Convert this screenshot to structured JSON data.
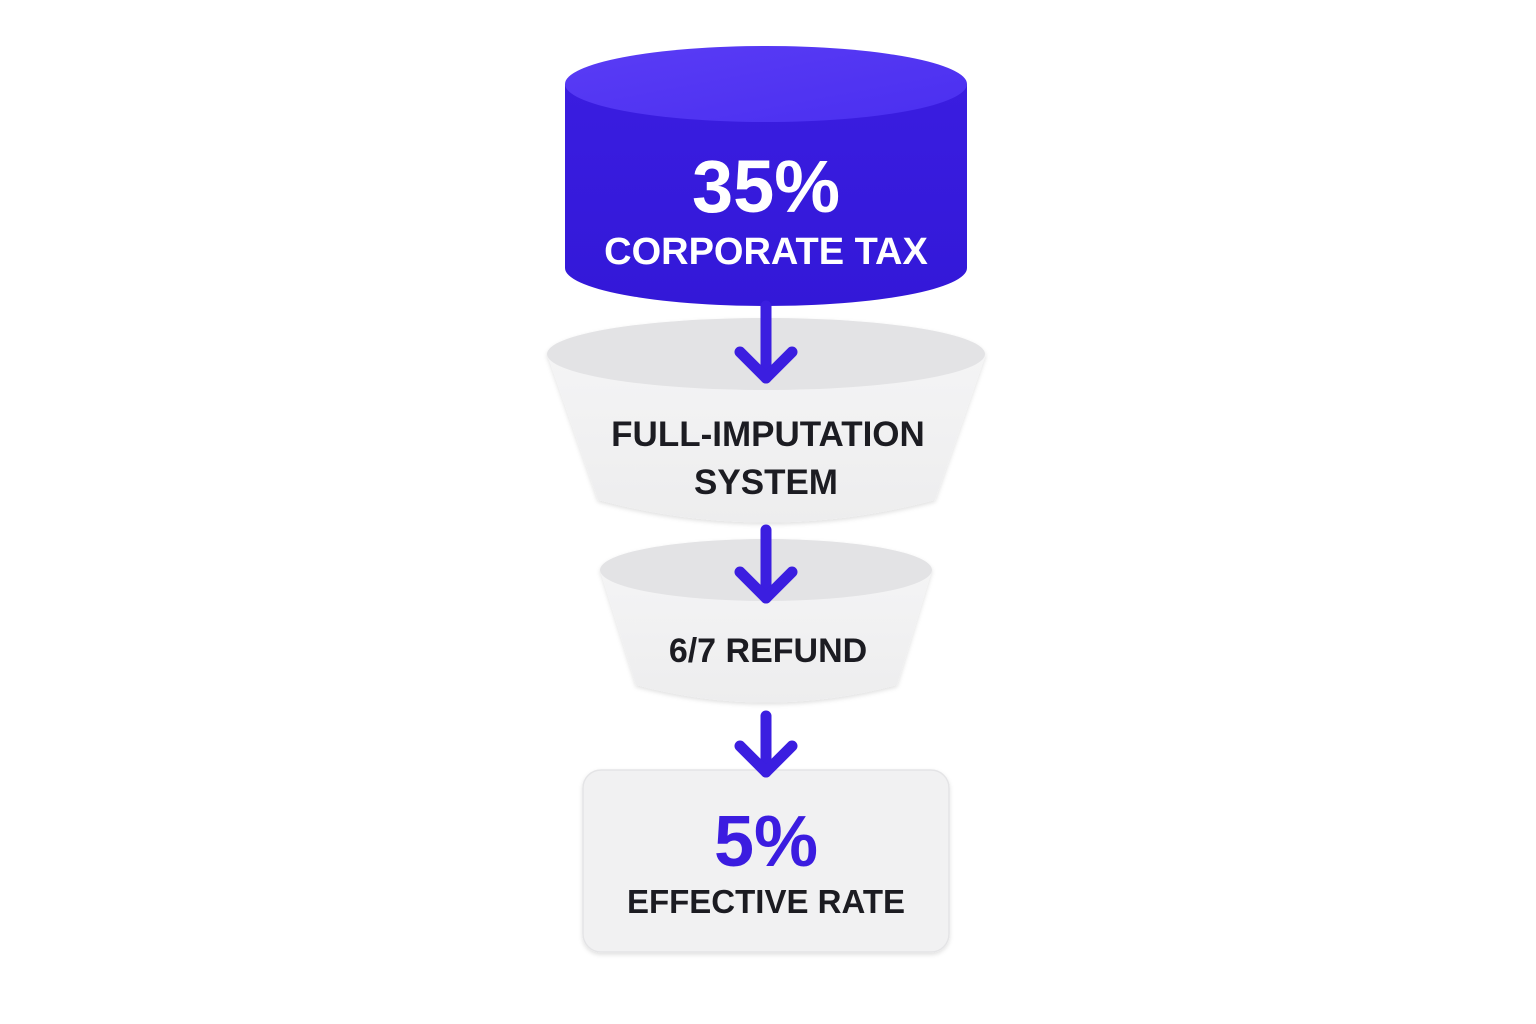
{
  "colors": {
    "accent": "#3b1ee0",
    "accent_light": "#5a3cf5",
    "accent_dark": "#2f14cc",
    "stage_fill": "#f2f2f3",
    "stage_top": "#e4e4e6",
    "text_dark": "#1f1f23",
    "text_light": "#ffffff"
  },
  "top_stage": {
    "value": "35%",
    "label": "CORPORATE TAX"
  },
  "imputation_stage": {
    "line1": "FULL-IMPUTATION",
    "line2": "SYSTEM"
  },
  "refund_stage": {
    "label": "6/7 REFUND"
  },
  "result_stage": {
    "value": "5%",
    "label": "EFFECTIVE RATE"
  },
  "icons": {
    "flow_arrow": "arrow-down-icon"
  }
}
